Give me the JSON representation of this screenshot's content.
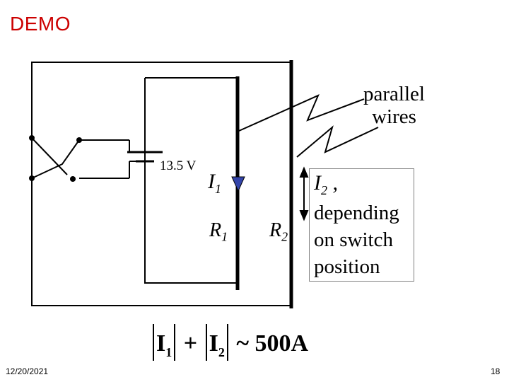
{
  "slide": {
    "title": "DEMO",
    "date": "12/20/2021",
    "page_number": "18"
  },
  "diagram": {
    "battery_label": "13.5 V",
    "current_1": {
      "symbol": "I",
      "sub": "1"
    },
    "resistor_1": {
      "symbol": "R",
      "sub": "1"
    },
    "resistor_2": {
      "symbol": "R",
      "sub": "2"
    },
    "wires_label": [
      "parallel",
      "wires"
    ],
    "current_2": {
      "symbol": "I",
      "sub": "2",
      "suffix": " ,",
      "description": "depending\non switch\nposition"
    },
    "colors": {
      "arrow": "#3344aa",
      "title": "#cc0000",
      "line": "#000000"
    }
  },
  "equation": {
    "i1": "I",
    "i1_sub": "1",
    "plus": "+",
    "i2": "I",
    "i2_sub": "2",
    "approx": "~ 500A"
  }
}
